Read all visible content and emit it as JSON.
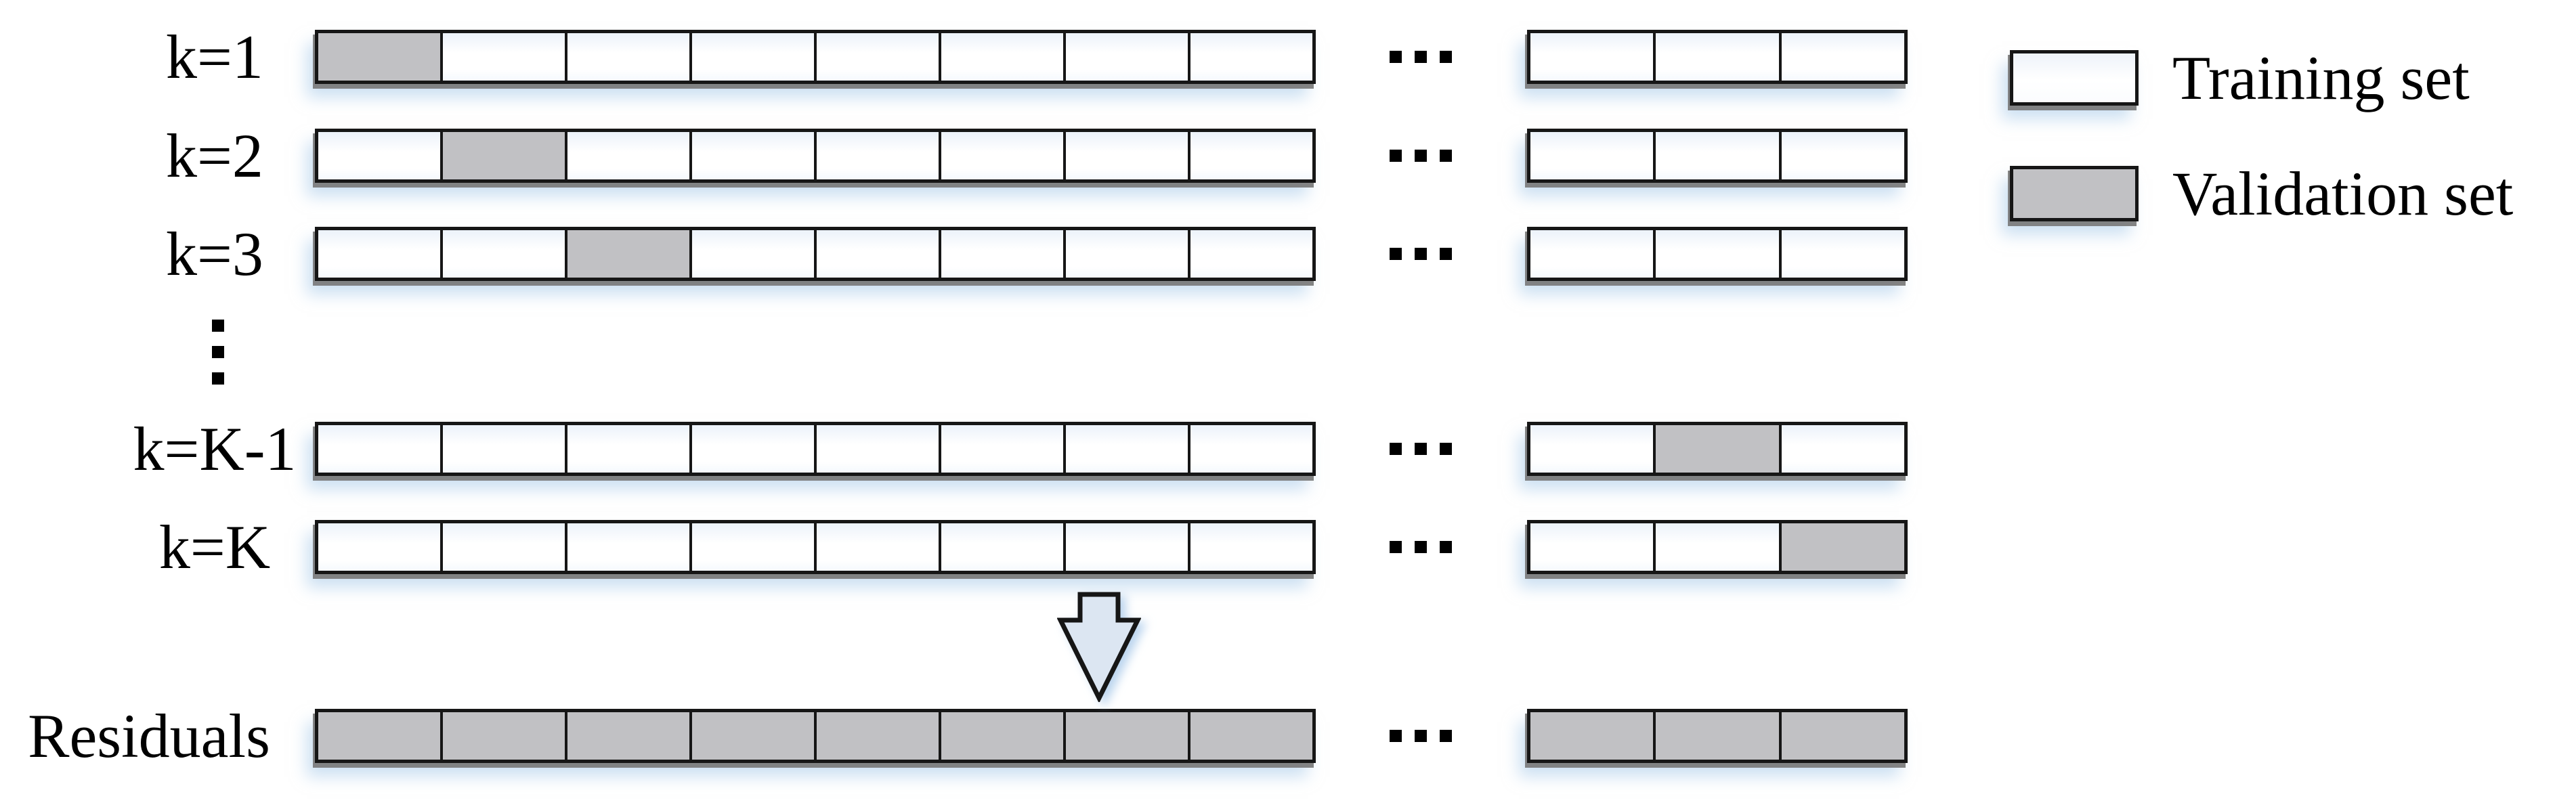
{
  "rows": [
    {
      "label": "k=1",
      "left": [
        "validation",
        "training",
        "training",
        "training",
        "training",
        "training",
        "training",
        "training"
      ],
      "right": [
        "training",
        "training",
        "training"
      ]
    },
    {
      "label": "k=2",
      "left": [
        "training",
        "validation",
        "training",
        "training",
        "training",
        "training",
        "training",
        "training"
      ],
      "right": [
        "training",
        "training",
        "training"
      ]
    },
    {
      "label": "k=3",
      "left": [
        "training",
        "training",
        "validation",
        "training",
        "training",
        "training",
        "training",
        "training"
      ],
      "right": [
        "training",
        "training",
        "training"
      ]
    },
    {
      "label": "k=K-1",
      "left": [
        "training",
        "training",
        "training",
        "training",
        "training",
        "training",
        "training",
        "training"
      ],
      "right": [
        "training",
        "validation",
        "training"
      ]
    },
    {
      "label": "k=K",
      "left": [
        "training",
        "training",
        "training",
        "training",
        "training",
        "training",
        "training",
        "training"
      ],
      "right": [
        "training",
        "training",
        "validation"
      ]
    },
    {
      "label": "Residuals",
      "left": [
        "validation",
        "validation",
        "validation",
        "validation",
        "validation",
        "validation",
        "validation",
        "validation"
      ],
      "right": [
        "validation",
        "validation",
        "validation"
      ]
    }
  ],
  "ellipsis": {
    "horizontal_dot_count": 3,
    "vertical_dot_count": 3
  },
  "legend": {
    "training": "Training set",
    "validation": "Validation set"
  },
  "icons": {
    "horizontal_ellipsis": "ellipsis-horizontal-icon",
    "vertical_ellipsis": "ellipsis-vertical-icon",
    "down_arrow": "block-down-arrow-icon"
  },
  "colors": {
    "validation_fill": "#c1c1c4",
    "training_fill": "#ffffff",
    "arrow_fill": "#dce6f2",
    "border": "#161616"
  }
}
